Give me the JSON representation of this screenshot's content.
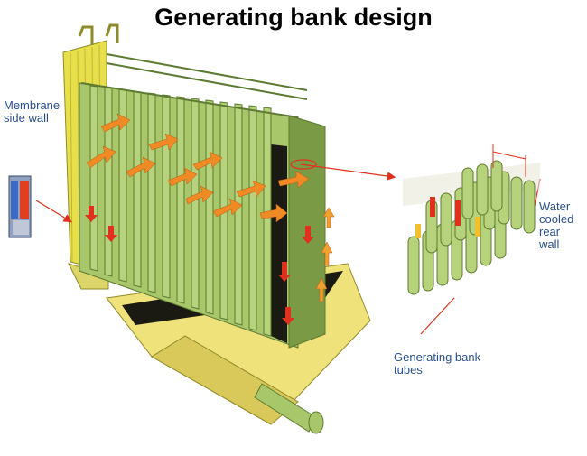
{
  "title": "Generating bank design",
  "labels": {
    "side_wall": [
      "Membrane",
      "side wall"
    ],
    "rear_wall": [
      "Water",
      "cooled",
      "rear",
      "wall"
    ],
    "bank_tubes": [
      "Generating bank",
      "tubes"
    ]
  },
  "colors": {
    "tube_green": "#a8c76a",
    "tube_dark": "#5d7a32",
    "wall_yellow": "#e8e04a",
    "hopper_yellow": "#efe27a",
    "arrow_orange": "#f08a24",
    "arrow_red": "#e0301e",
    "label_blue": "#2a4f8f"
  }
}
